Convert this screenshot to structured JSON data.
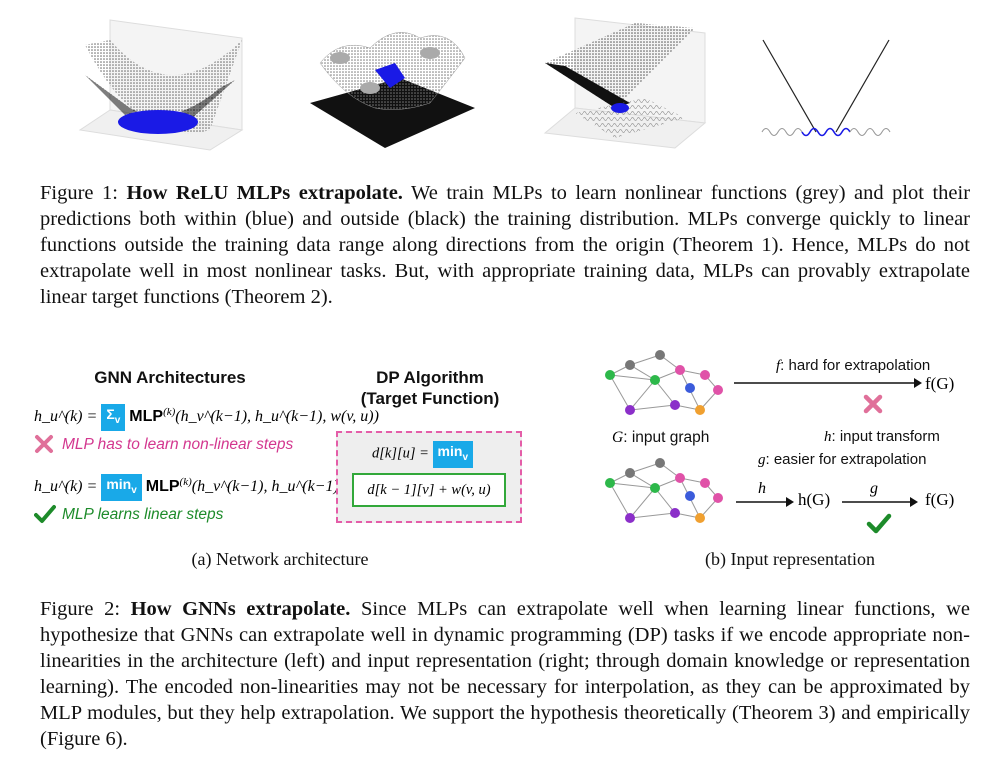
{
  "figure1": {
    "caption_lead": "Figure 1:",
    "caption_bold": "How ReLU MLPs extrapolate.",
    "caption_text": "We train MLPs to learn nonlinear functions (grey) and plot their predictions both within (blue) and outside (black) the training distribution. MLPs converge quickly to linear functions outside the training data range along directions from the origin (Theorem 1). Hence, MLPs do not extrapolate well in most nonlinear tasks. But, with appropriate training data, MLPs can provably extrapolate linear target functions (Theorem 2)."
  },
  "figure2": {
    "panel_a": {
      "title": "GNN Architectures",
      "formula_lhs": "h_u^(k) =",
      "sum_chip": "Σ",
      "sum_sub": "v",
      "mlp_label": "MLP",
      "mlp_sup": "(k)",
      "mlp_args": "(h_v^(k−1), h_u^(k−1), w(v, u))",
      "bad_note": "MLP has to learn non-linear steps",
      "min_chip": "min",
      "min_sub": "v",
      "good_note": "MLP learns linear steps",
      "dp_title_1": "DP Algorithm",
      "dp_title_2": "(Target Function)",
      "dp_lhs": "d[k][u] =",
      "dp_min": "min",
      "dp_min_sub": "v",
      "dp_inner": "d[k − 1][v] + w(v, u)",
      "subcaption": "(a) Network architecture"
    },
    "panel_b": {
      "f_label": "f",
      "f_desc": ": hard for extrapolation",
      "fG": "f(G)",
      "G_label": "G",
      "G_desc": ": input graph",
      "h_label": "h",
      "h_desc": ": input transform",
      "g_label": "g",
      "g_desc": ": easier for extrapolation",
      "h_arrow": "h",
      "hG": "h(G)",
      "g_arrow": "g",
      "fG2": "f(G)",
      "subcaption": "(b) Input representation"
    },
    "caption_lead": "Figure 2:",
    "caption_bold": "How GNNs extrapolate.",
    "caption_text": "Since MLPs can extrapolate well when learning linear functions, we hypothesize that GNNs can extrapolate well in dynamic programming (DP) tasks if we encode appropriate non-linearities in the architecture (left) and input representation (right; through domain knowledge or representation learning). The encoded non-linearities may not be necessary for interpolation, as they can be approximated by MLP modules, but they help extrapolation. We support the hypothesis theoretically (Theorem 3) and empirically (Figure 6)."
  },
  "colors": {
    "blue_pred": "#1a1ae6",
    "grey_target": "#9a9a9a",
    "chip_blue": "#19a9e8",
    "bad_pink": "#d3378f",
    "good_green": "#1d8b2a"
  }
}
